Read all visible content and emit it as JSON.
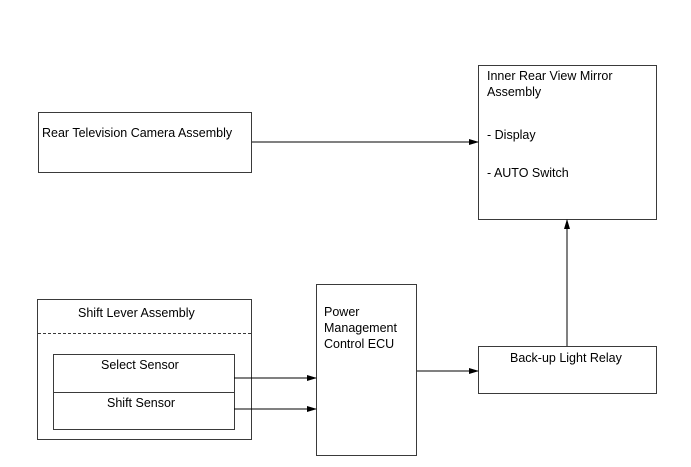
{
  "diagram": {
    "rear_camera": {
      "label": "Rear Television Camera Assembly"
    },
    "mirror": {
      "title_line1": "Inner Rear View Mirror",
      "title_line2": "Assembly",
      "item_display": "- Display",
      "item_auto_switch": "- AUTO Switch"
    },
    "shift_lever": {
      "title": "Shift Lever Assembly",
      "select_sensor": "Select Sensor",
      "shift_sensor": "Shift Sensor"
    },
    "ecu": {
      "line1": "Power",
      "line2": "Management",
      "line3": "Control ECU"
    },
    "relay": {
      "label": "Back-up Light Relay"
    }
  }
}
